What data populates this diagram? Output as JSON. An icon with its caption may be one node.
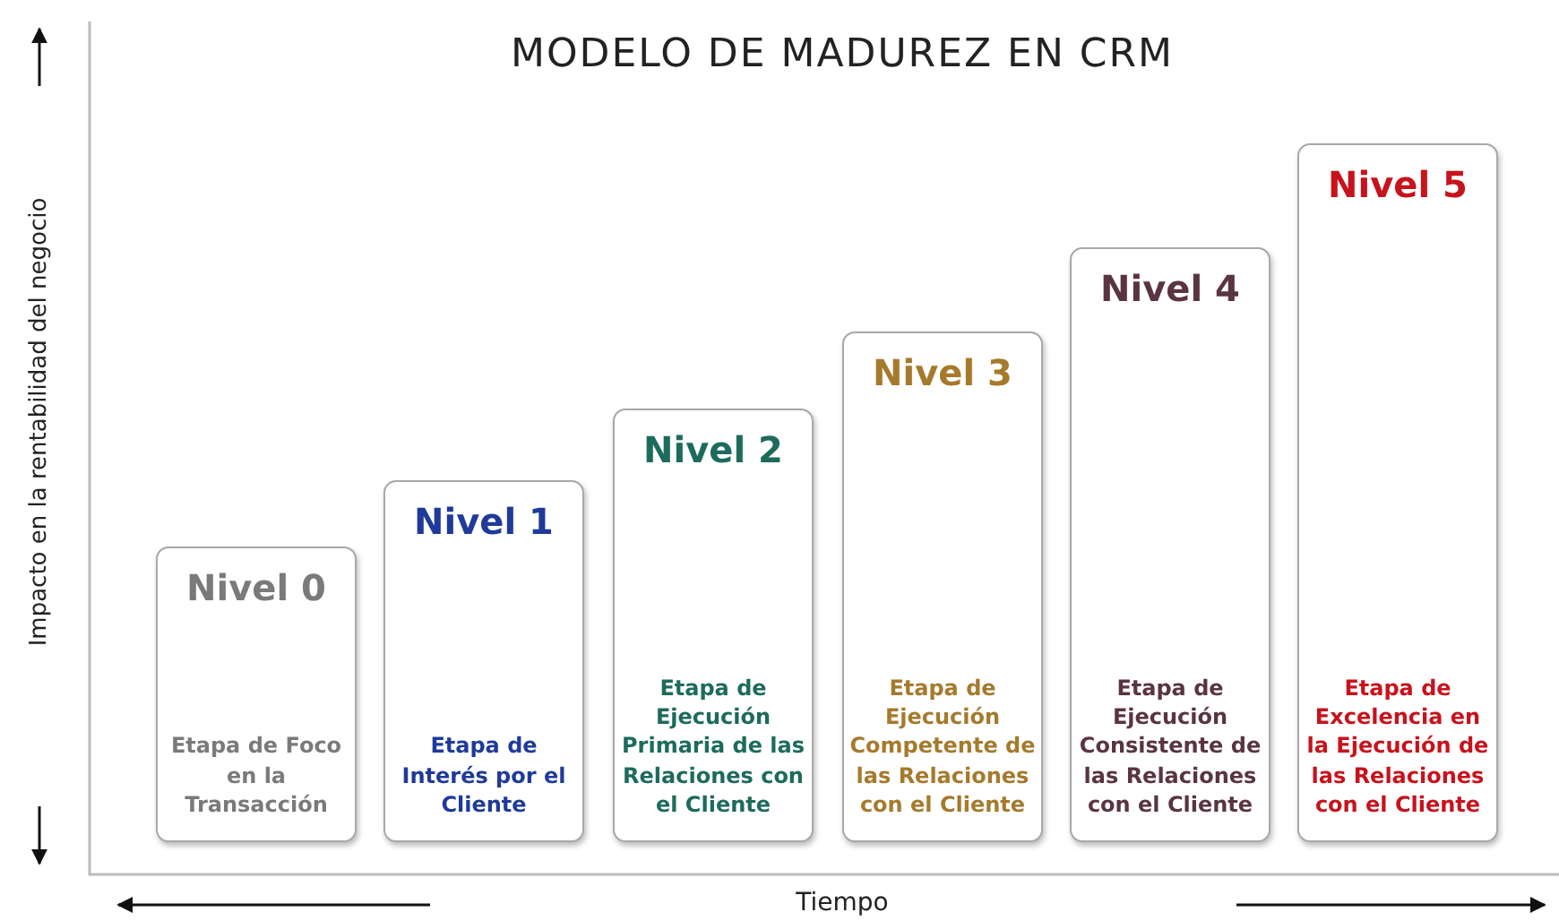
{
  "diagram": {
    "title": "MODELO DE MADUREZ EN CRM",
    "nodes": [
      {
        "text": [
          "Nivel 0",
          "Etapa de Foco en la Transacción"
        ]
      },
      {
        "text": [
          "Nivel 1",
          "Etapa de Interés por el Cliente"
        ]
      },
      {
        "text": [
          "Nivel 2",
          "Etapa de Ejecución Primaria de las Relaciones con el Cliente"
        ]
      },
      {
        "text": [
          "Nivel 3",
          "Etapa de Ejecución Competente de las Relaciones con el Cliente"
        ]
      },
      {
        "text": [
          "Nivel 4",
          "Etapa de Ejecución Consistente de las Relaciones con el Cliente"
        ]
      },
      {
        "text": [
          "Nivel 5",
          "Etapa de Excelencia en la Ejecución de las Relaciones con el Cliente"
        ]
      }
    ],
    "labels": [
      "Impacto en la rentabilidad del negocio",
      "Tiempo"
    ]
  }
}
